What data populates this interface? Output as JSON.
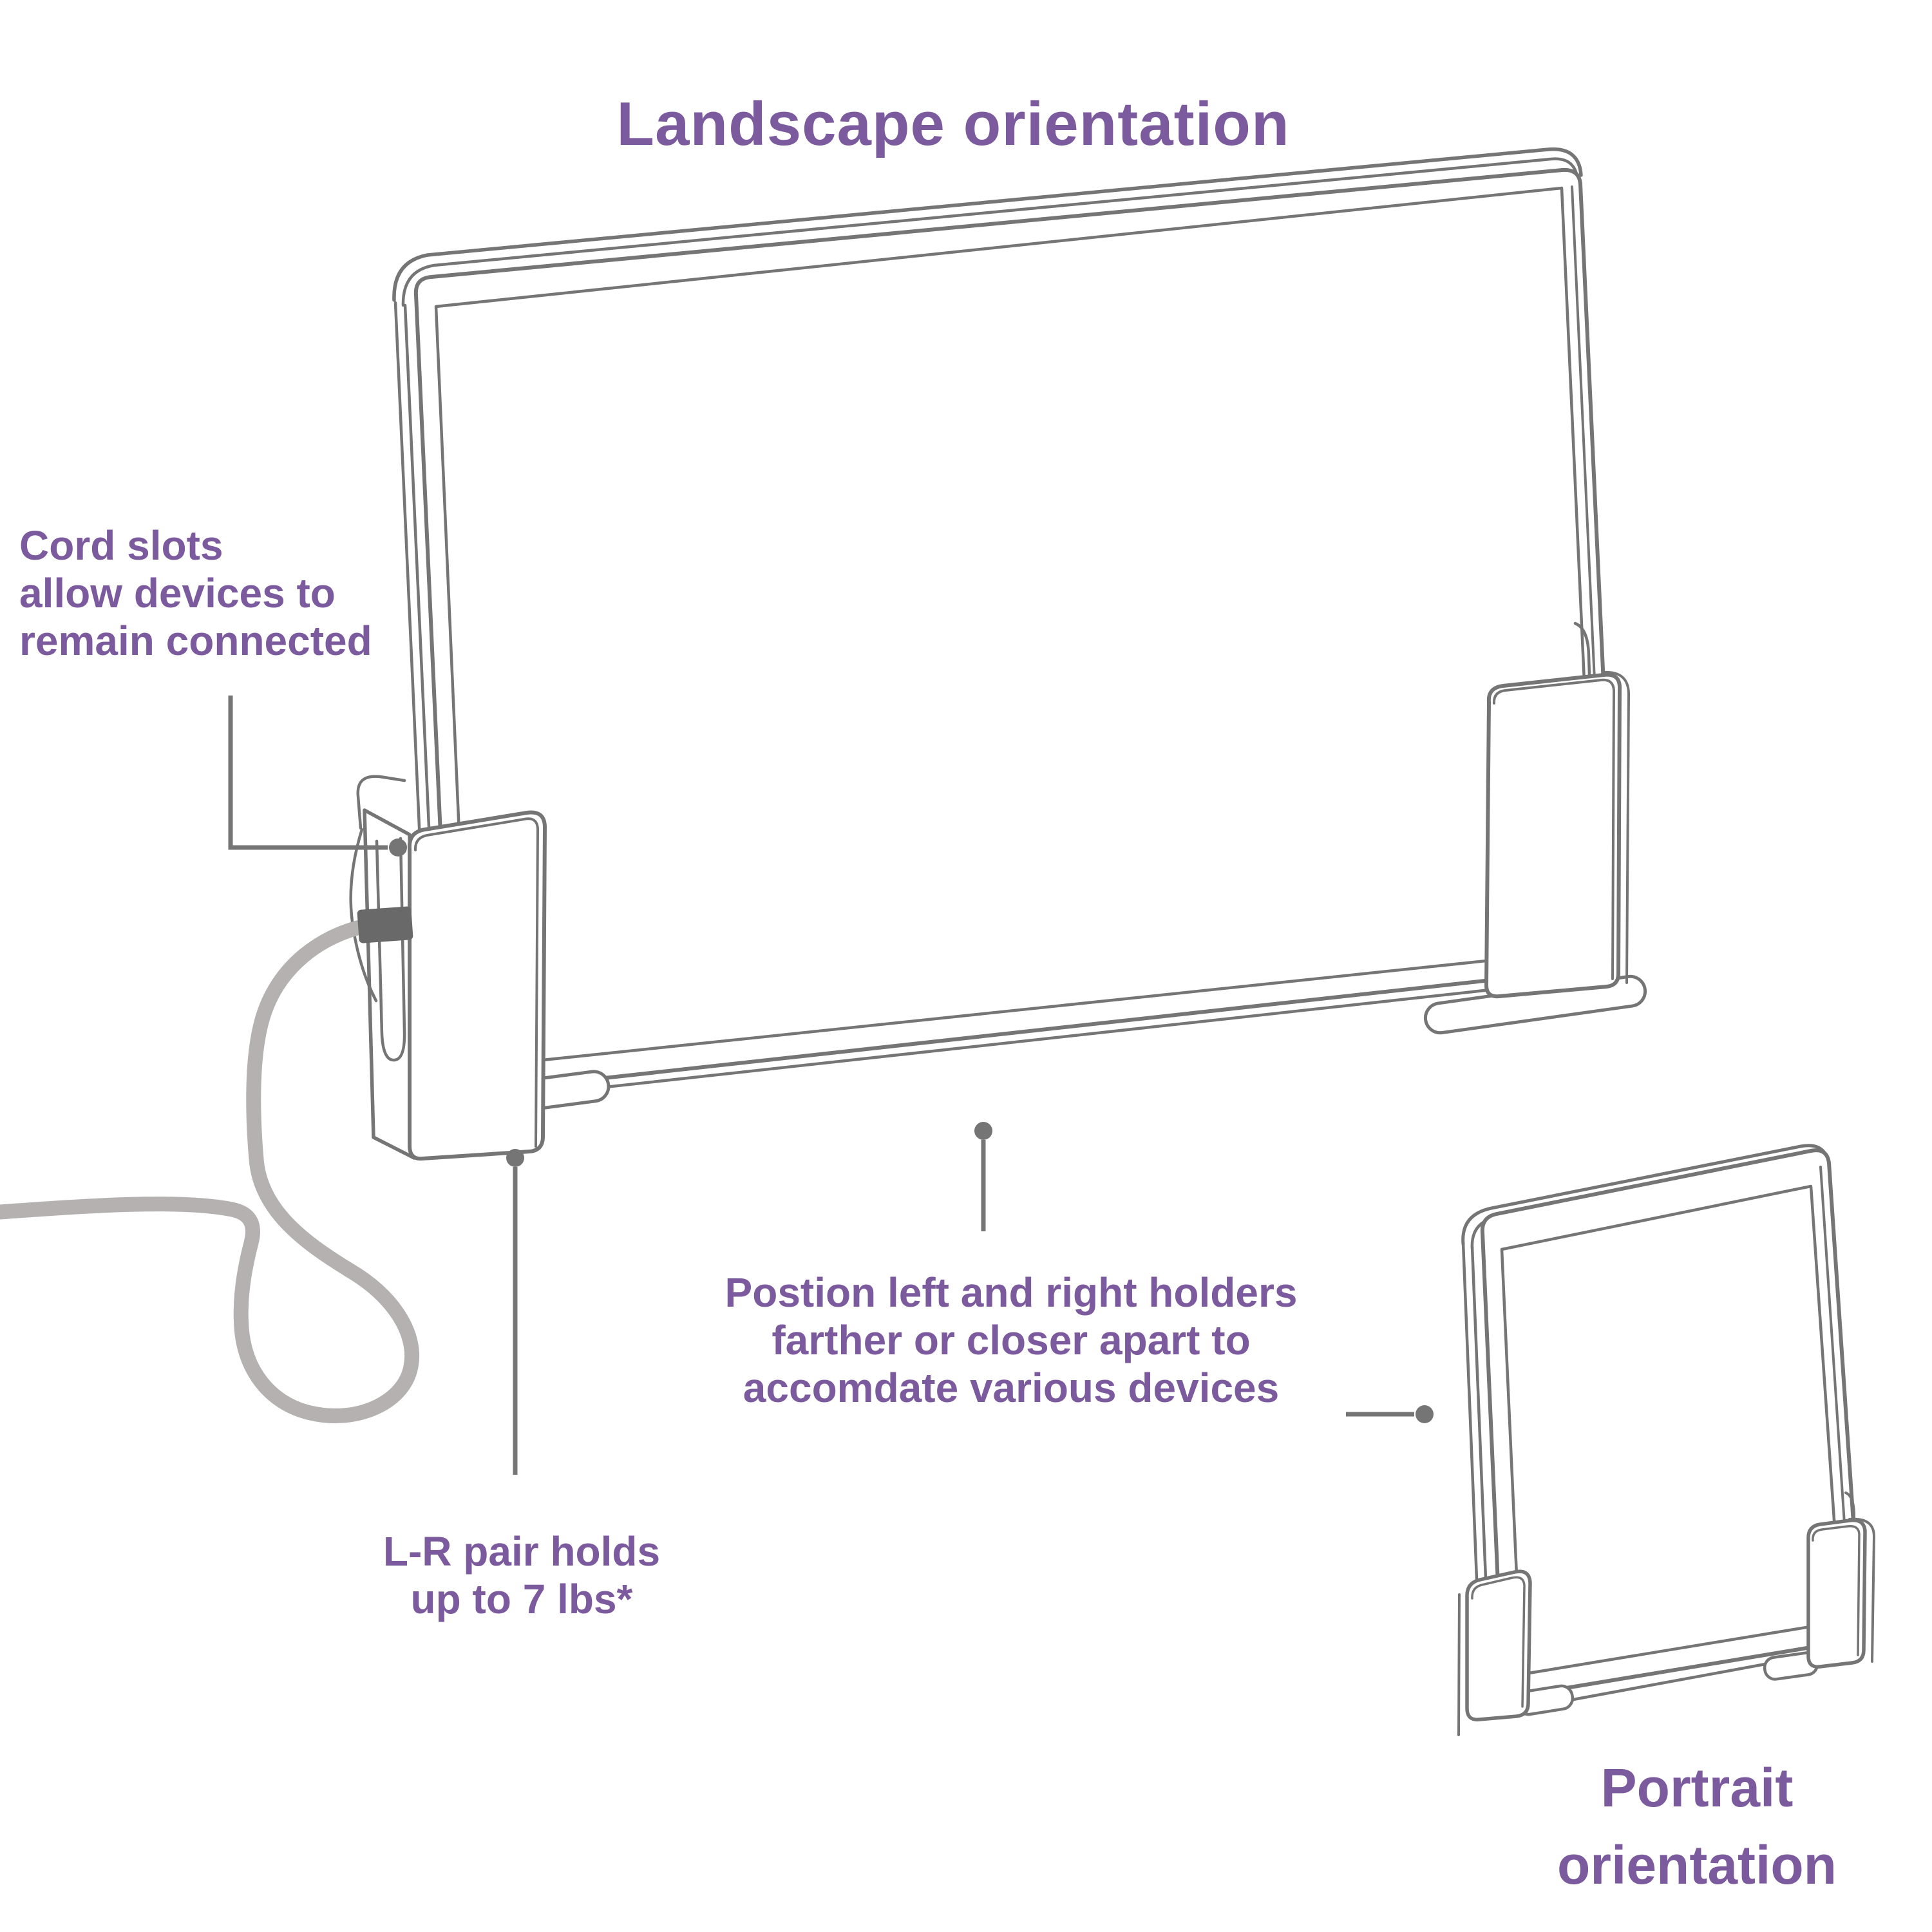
{
  "title": "Landscape orientation",
  "labels": {
    "cord_slots": {
      "lines": [
        "Cord slots",
        "allow devices to",
        "remain connected"
      ]
    },
    "position_note": {
      "lines": [
        "Postion left and right holders",
        "farther or closer apart to",
        "accomdate various devices"
      ]
    },
    "lr_pair": {
      "lines": [
        "L-R pair holds",
        "up to 7 lbs*"
      ]
    },
    "portrait": {
      "lines": [
        "Portrait",
        "orientation"
      ]
    }
  },
  "colors": {
    "accent_purple": "#7c5a9e",
    "line_gray": "#757575",
    "cord_gray": "#b5b1b1",
    "connector_gray": "#696969",
    "background": "#ffffff"
  }
}
